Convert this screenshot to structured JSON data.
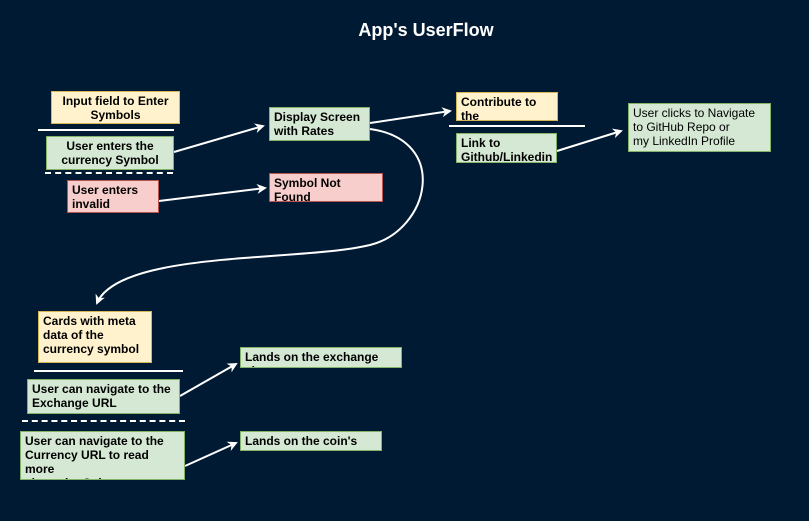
{
  "diagram": {
    "title": "App's UserFlow",
    "nodes": {
      "input_field": "Input field to Enter\nSymbols",
      "enter_symbol": "User enters the\ncurrency Symbol",
      "invalid_symbol": "User enters\ninvalid Symbol",
      "display_screen": "Display Screen\n with Rates",
      "not_found": "Symbol Not Found\n Alert/Message",
      "contribute": "Contribute to the\nproject/Contact",
      "link": "Link to\nGithub/Linkedin",
      "navigate_repo": "User clicks to Navigate\nto GitHub Repo or\nmy LinkedIn Profile",
      "cards": "Cards with meta\ndata of the\ncurrency symbol",
      "exchange_url": "User can navigate to the\nExchange URL",
      "exchange_site": "Lands on the exchange site",
      "currency_url": "User can navigate to the\nCurrency URL to read more\nabout the Coin",
      "coin_site": "Lands on the coin's site"
    },
    "colors": {
      "background": "#011a33",
      "green": "#d5e8d4",
      "yellow": "#fff2cc",
      "red": "#f8cecc",
      "edge": "#ffffff"
    }
  }
}
